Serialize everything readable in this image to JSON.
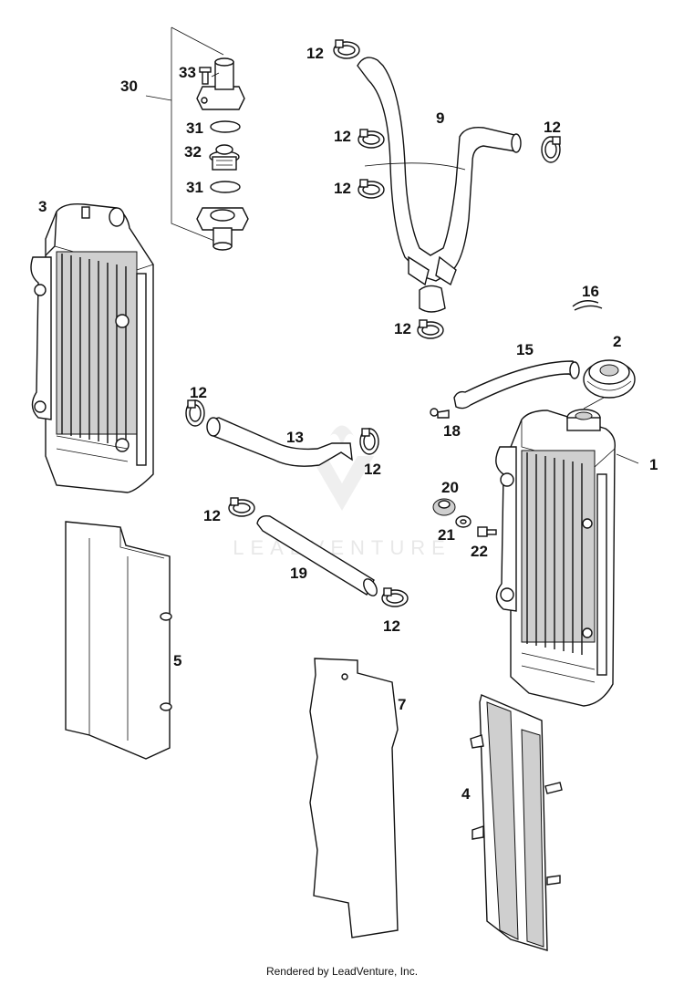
{
  "watermark": {
    "text": "LEADVENTURE"
  },
  "footer": {
    "text": "Rendered by LeadVenture, Inc."
  },
  "labels": {
    "l1": "1",
    "l2": "2",
    "l3": "3",
    "l4": "4",
    "l5": "5",
    "l7": "7",
    "l9": "9",
    "l12a": "12",
    "l12b": "12",
    "l12c": "12",
    "l12d": "12",
    "l12e": "12",
    "l12f": "12",
    "l12g": "12",
    "l12h": "12",
    "l12i": "12",
    "l13": "13",
    "l15": "15",
    "l16": "16",
    "l18": "18",
    "l19": "19",
    "l20": "20",
    "l21": "21",
    "l22": "22",
    "l30": "30",
    "l31a": "31",
    "l31b": "31",
    "l32": "32",
    "l33": "33"
  }
}
